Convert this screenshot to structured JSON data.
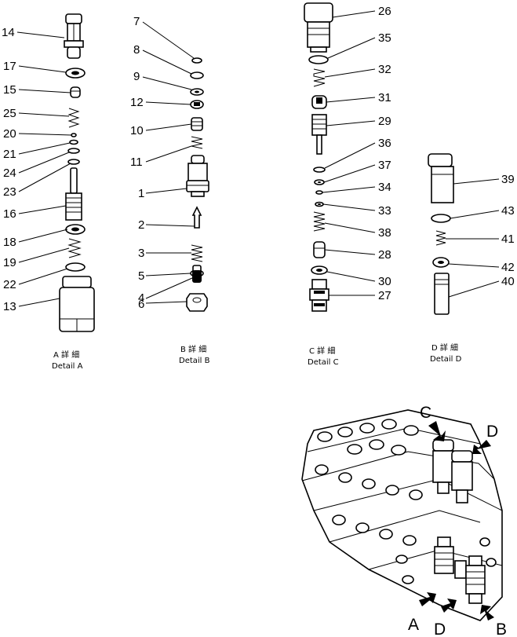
{
  "callouts": {
    "c1": "1",
    "c2": "2",
    "c3": "3",
    "c4": "4",
    "c5": "5",
    "c6": "6",
    "c7": "7",
    "c8": "8",
    "c9": "9",
    "c10": "10",
    "c11": "11",
    "c12": "12",
    "c13": "13",
    "c14": "14",
    "c15": "15",
    "c16": "16",
    "c17": "17",
    "c18": "18",
    "c19": "19",
    "c20": "20",
    "c21": "21",
    "c22": "22",
    "c23": "23",
    "c24": "24",
    "c25": "25",
    "c26": "26",
    "c27": "27",
    "c28": "28",
    "c29": "29",
    "c30": "30",
    "c31": "31",
    "c32": "32",
    "c33": "33",
    "c34": "34",
    "c35": "35",
    "c36": "36",
    "c37": "37",
    "c38": "38",
    "c39": "39",
    "c40": "40",
    "c41": "41",
    "c42": "42",
    "c43": "43"
  },
  "captions": {
    "a_jp": "A 詳 細",
    "a_en": "Detail  A",
    "b_jp": "B 詳 細",
    "b_en": "Detail  B",
    "c_jp": "C 詳 細",
    "c_en": "Detail  C",
    "d_jp": "D 詳 細",
    "d_en": "Detail  D"
  },
  "assembly_labels": {
    "c": "C",
    "d_top": "D",
    "a": "A",
    "d_bottom": "D",
    "b": "B"
  }
}
